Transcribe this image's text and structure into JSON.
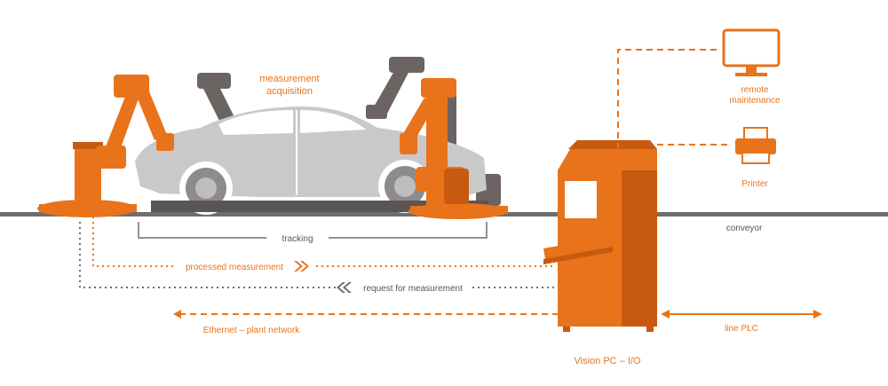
{
  "labels": {
    "measurement_line1": "measurement",
    "measurement_line2": "acquisition",
    "remote_line1": "remote",
    "remote_line2": "maintenance",
    "printer": "Printer",
    "conveyor": "conveyor",
    "tracking": "tracking",
    "processed_measurement": "processed measurement",
    "request_for_measurement": "request for measurement",
    "ethernet": "Ethernet – plant network",
    "line_plc": "line PLC",
    "vision_pc": "Vision PC – I/O"
  },
  "colors": {
    "accent": "#e8731a",
    "accent_dark": "#c85a10",
    "robot_gray": "#6b6462",
    "car_gray": "#c9c9c9",
    "line_gray": "#7a7a7a"
  }
}
